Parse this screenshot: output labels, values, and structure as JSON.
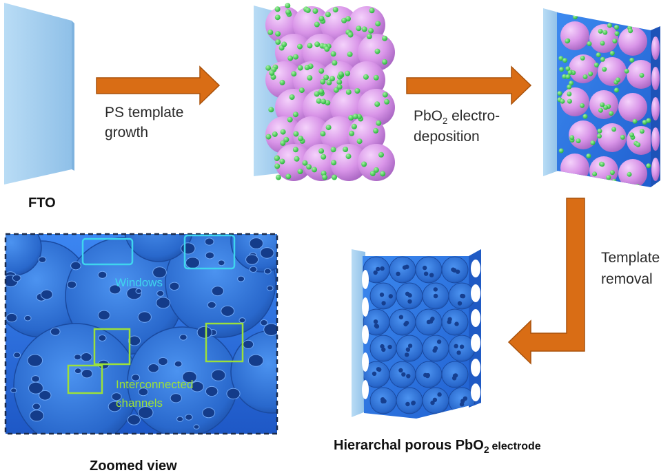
{
  "steps": {
    "fto_label": "FTO",
    "step1_line1": "PS template",
    "step1_line2": "growth",
    "step2_line1_a": "PbO",
    "step2_line1_sub": "2",
    "step2_line1_b": " electro-",
    "step2_line2": "deposition",
    "step3_line1": "Template",
    "step3_line2": "removal"
  },
  "result": {
    "title_a": "Hierarchal porous PbO",
    "title_sub": "2 ",
    "title_b": "electrode"
  },
  "zoom": {
    "caption": "Zoomed view",
    "windows_label": "Windows",
    "channels_line1": "Interconnected",
    "channels_line2": "channels"
  },
  "colors": {
    "arrow": "#d96d15",
    "arrow_edge": "#a9520c",
    "substrate": "#9fcbec",
    "sphere": "#d995e8",
    "dot": "#41d055",
    "pbo2": "#2f77e6",
    "windows_box": "#3fd5ee",
    "channels_box": "#9be03b"
  }
}
